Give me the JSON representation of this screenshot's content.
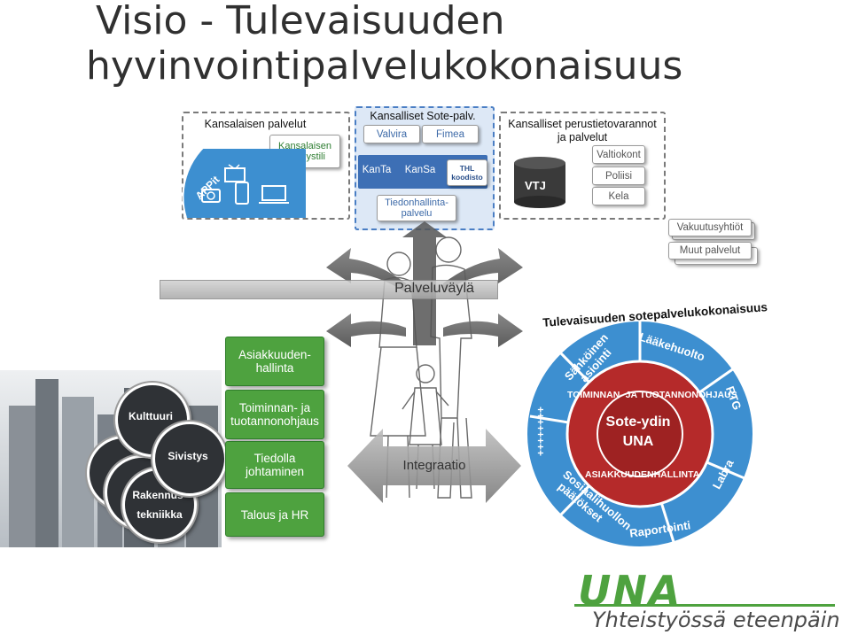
{
  "title_line1": "Visio - Tulevaisuuden",
  "title_line2": "hyvinvointipalvelukokonaisuus",
  "citizen": {
    "header": "Kansalaisen palvelut",
    "health_label": "Kansalaisen terveystili",
    "apps_label": "APPit"
  },
  "national": {
    "header": "Kansalliset Sote-palv.",
    "valvira": "Valvira",
    "fimea": "Fimea",
    "kanta": "KanTa",
    "kansa": "KanSa",
    "thl": "THL koodisto",
    "tiedon": "Tiedonhallinta-palvelu"
  },
  "registries": {
    "header": "Kansalliset perustietovarannot ja palvelut",
    "vtj": "VTJ",
    "valtiokont": "Valtiokont",
    "poliisi": "Poliisi",
    "kela": "Kela"
  },
  "insurance": "Vakuutusyhtiöt",
  "other_services": "Muut palvelut",
  "service_bus": "Palveluväylä",
  "integration": "Integraatio",
  "left_circles": {
    "kulttuuri": "Kulttuuri",
    "sivistys": "Sivistys",
    "rakennus1": "Rakennus-",
    "rakennus2": "tekniikka"
  },
  "green_boxes": {
    "asiakkuuden": "Asiakkuuden-hallinta",
    "toiminnan": "Toiminnan- ja tuotannonohjaus",
    "tiedolla": "Tiedolla johtaminen",
    "talous": "Talous ja HR"
  },
  "wheel": {
    "arc_title": "Tulevaisuuden sotepalvelukokonaisuus",
    "core1": "Sote-ydin",
    "core2": "UNA",
    "ring_top": "TOIMINNAN- JA TUOTANNONOHJAUS",
    "ring_bottom": "ASIAKKUUDENHALLINTA",
    "seg_sahkoinen": "Sähköinen asiointi",
    "seg_laakehuolto": "Lääkehuolto",
    "seg_rtg": "RTG",
    "seg_labra": "Labra",
    "seg_raportointi": "Raportointi",
    "seg_sosiaali": "Sosiaalihuollon päätökset",
    "seg_plus": "++++++++",
    "color_outer": "#3d8fd0",
    "color_inner": "#b52a2a"
  },
  "logo": {
    "una": "UNA",
    "tagline": "Yhteistyössä eteenpäin"
  }
}
